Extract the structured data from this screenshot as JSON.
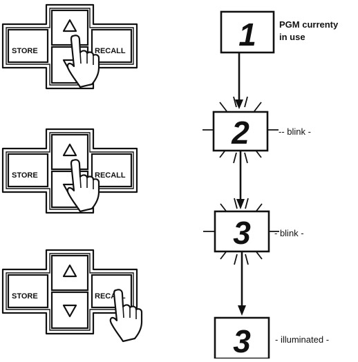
{
  "panels": [
    {
      "store_label": "STORE",
      "recall_label": "RECALL",
      "pressed": "up"
    },
    {
      "store_label": "STORE",
      "recall_label": "RECALL",
      "pressed": "up"
    },
    {
      "store_label": "STORE",
      "recall_label": "RECALL",
      "pressed": "recall"
    }
  ],
  "displays": [
    {
      "digit": "1",
      "note_line1": "PGM currenty",
      "note_line2": "in use",
      "state": "illuminated"
    },
    {
      "digit": "2",
      "note": "-- blink -",
      "state": "blink"
    },
    {
      "digit": "3",
      "note": "- blink -",
      "state": "blink"
    },
    {
      "digit": "3",
      "note": "- illuminated -",
      "state": "illuminated"
    }
  ],
  "icons": [
    "up-triangle-icon",
    "down-triangle-icon",
    "pointing-hand-icon",
    "down-arrow-icon",
    "blink-rays-icon"
  ]
}
